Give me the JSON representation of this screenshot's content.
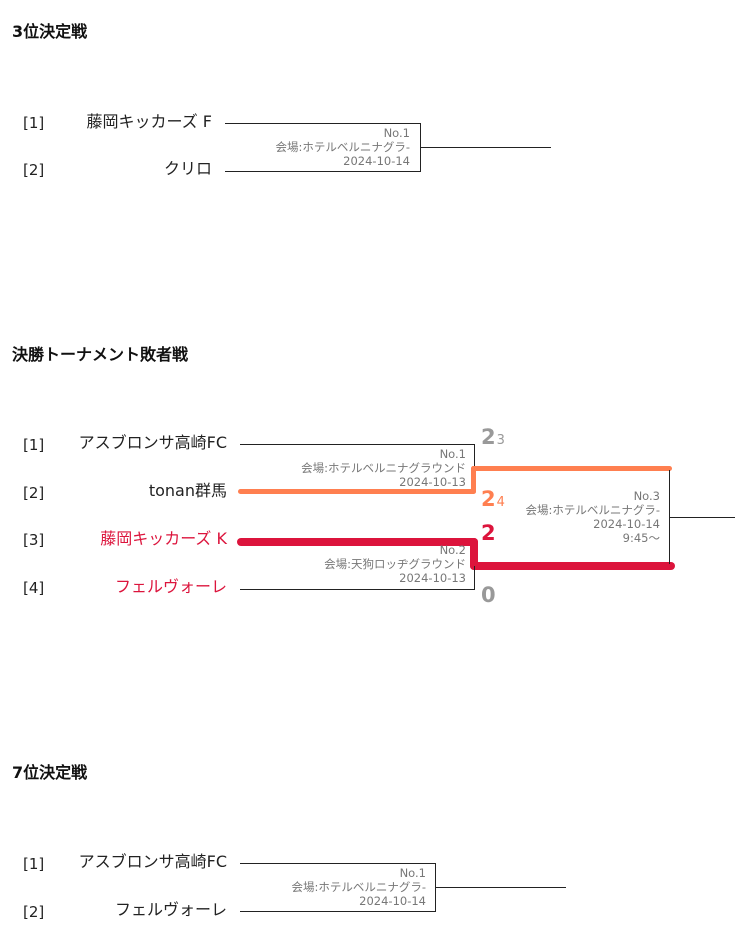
{
  "sections": {
    "third_place": {
      "title": "3位決定戦",
      "teams": [
        {
          "seed": "[1]",
          "name": "藤岡キッカーズ F"
        },
        {
          "seed": "[2]",
          "name": "クリロ"
        }
      ],
      "match": {
        "no": "No.1",
        "venue": "会場:ホテルベルニナグラ-",
        "date": "2024-10-14"
      }
    },
    "losers_bracket": {
      "title": "決勝トーナメント敗者戦",
      "teams": [
        {
          "seed": "[1]",
          "name": "アスブロンサ高崎FC"
        },
        {
          "seed": "[2]",
          "name": "tonan群馬"
        },
        {
          "seed": "[3]",
          "name": "藤岡キッカーズ K"
        },
        {
          "seed": "[4]",
          "name": "フェルヴォーレ"
        }
      ],
      "match1": {
        "no": "No.1",
        "venue": "会場:ホテルベルニナグラウンド",
        "date": "2024-10-13",
        "score_top": "2",
        "pk_top": "3",
        "score_bottom": "2",
        "pk_bottom": "4"
      },
      "match2": {
        "no": "No.2",
        "venue": "会場:天狗ロッヂグラウンド",
        "date": "2024-10-13",
        "score_top": "2",
        "score_bottom": "0"
      },
      "match3": {
        "no": "No.3",
        "venue": "会場:ホテルベルニナグラ-",
        "date": "2024-10-14",
        "time": "9:45～"
      }
    },
    "seventh_place": {
      "title": "7位決定戦",
      "teams": [
        {
          "seed": "[1]",
          "name": "アスブロンサ高崎FC"
        },
        {
          "seed": "[2]",
          "name": "フェルヴォーレ"
        }
      ],
      "match": {
        "no": "No.1",
        "venue": "会場:ホテルベルニナグラ-",
        "date": "2024-10-14"
      }
    }
  },
  "colors": {
    "winner_orange": "#ff7f50",
    "winner_red": "#dc143c",
    "line": "#222222",
    "info": "#777777"
  }
}
